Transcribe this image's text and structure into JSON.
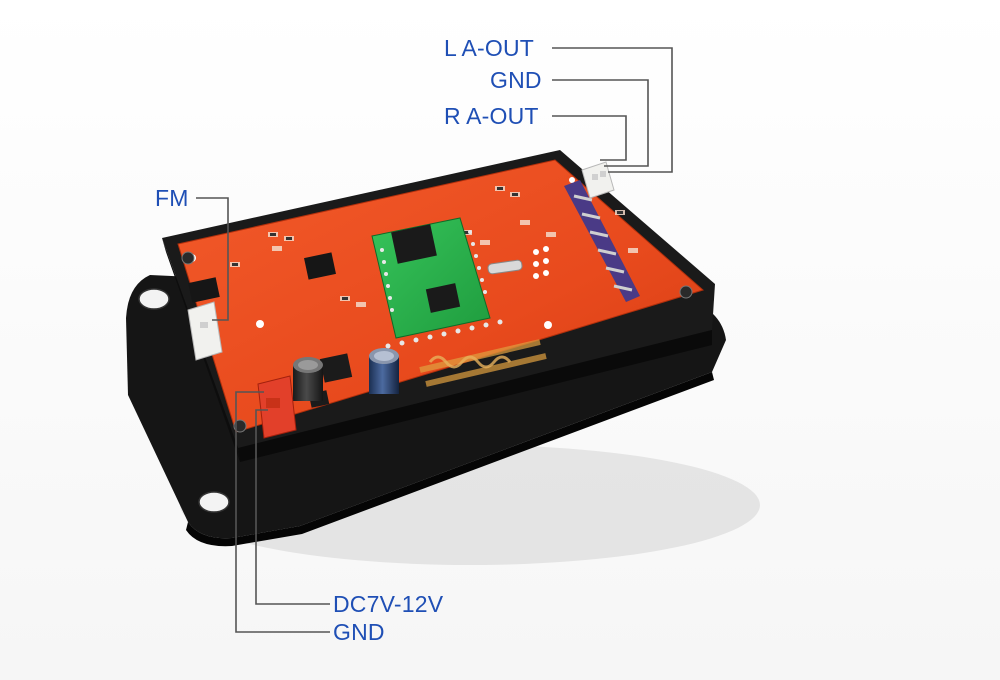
{
  "labels": {
    "l_aout": "L A-OUT",
    "gnd_top": "GND",
    "r_aout": "R A-OUT",
    "fm": "FM",
    "dc_in": "DC7V-12V",
    "gnd_bottom": "GND"
  },
  "colors": {
    "label": "#1f4fb5",
    "leader_line": "#555555",
    "pcb": "#e8461c",
    "enclosure": "#111111",
    "bt_module": "#2bb34a"
  }
}
